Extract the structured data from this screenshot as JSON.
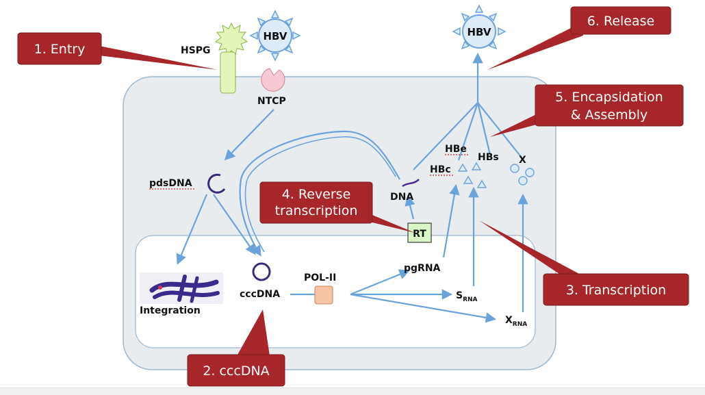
{
  "virus_top_label": "HBV",
  "virus_release_label": "HBV",
  "receptors": {
    "hspg": "HSPG",
    "ntcp": "NTCP"
  },
  "molecules": {
    "pdsdna": "pdsDNA",
    "cccdna": "cccDNA",
    "integration": "Integration",
    "pol2": "POL-II",
    "pgrna": "pgRNA",
    "s_rna_base": "S",
    "s_rna_sub": "RNA",
    "x_rna_base": "X",
    "x_rna_sub": "RNA",
    "dna": "DNA",
    "rt": "RT",
    "hbe": "HBe",
    "hbc": "HBc",
    "hbs": "HBs",
    "x": "X"
  },
  "callouts": {
    "entry": "1. Entry",
    "cccdna": "2. cccDNA",
    "transcription": "3. Transcription",
    "reverse_line1": "4. Reverse",
    "reverse_line2": "transcription",
    "encaps_line1": "5. Encapsidation",
    "encaps_line2": "& Assembly",
    "release": "6. Release"
  },
  "colors": {
    "callout_fill": "#a6262a",
    "arrow": "#6aa2dc",
    "cell_fill": "#e8ecef",
    "cell_stroke": "#9bb8d4",
    "nucleus_fill": "#ffffff",
    "virus_fill": "#ddeaf7",
    "hspg_fill": "#e3f5b8",
    "ntcp_fill": "#f7c9d2",
    "rt_fill": "#d9f6c7",
    "pol_fill": "#f6c3a4",
    "dna_circle": "#3a2a7a",
    "chromosome": "#3a2a8c"
  }
}
